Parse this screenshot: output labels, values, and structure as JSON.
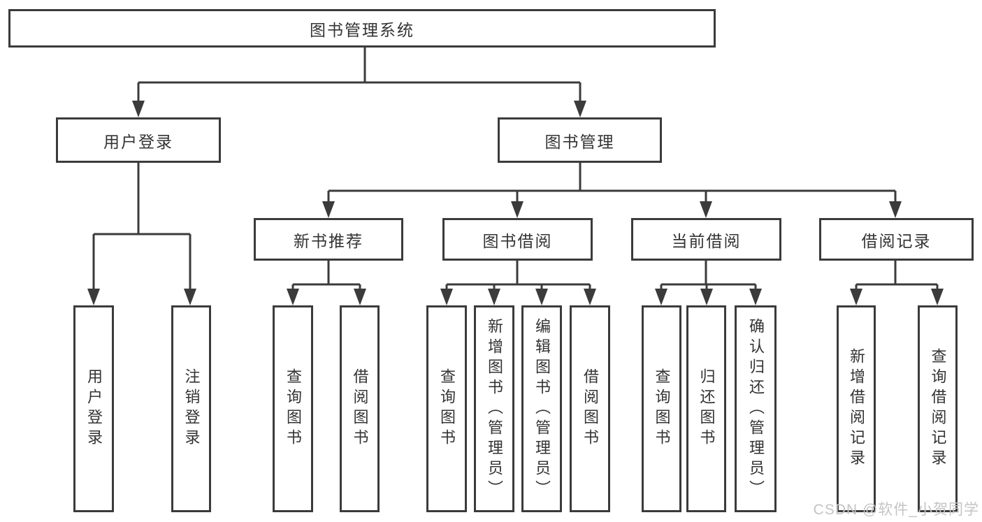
{
  "diagram": {
    "root": {
      "label": "图书管理系统"
    },
    "level2": [
      {
        "id": "user-login",
        "label": "用户登录"
      },
      {
        "id": "book-management",
        "label": "图书管理"
      }
    ],
    "level3": [
      {
        "id": "new-book-recommend",
        "parent": "book-management",
        "label": "新书推荐"
      },
      {
        "id": "book-borrowing",
        "parent": "book-management",
        "label": "图书借阅"
      },
      {
        "id": "current-borrowing",
        "parent": "book-management",
        "label": "当前借阅"
      },
      {
        "id": "borrowing-records",
        "parent": "book-management",
        "label": "借阅记录"
      }
    ],
    "leaves": [
      {
        "parent": "user-login",
        "label": "用户登录"
      },
      {
        "parent": "user-login",
        "label": "注销登录"
      },
      {
        "parent": "new-book-recommend",
        "label": "查询图书"
      },
      {
        "parent": "new-book-recommend",
        "label": "借阅图书"
      },
      {
        "parent": "book-borrowing",
        "label": "查询图书"
      },
      {
        "parent": "book-borrowing",
        "label": "新增图书（管理员）"
      },
      {
        "parent": "book-borrowing",
        "label": "编辑图书（管理员）"
      },
      {
        "parent": "book-borrowing",
        "label": "借阅图书"
      },
      {
        "parent": "current-borrowing",
        "label": "查询图书"
      },
      {
        "parent": "current-borrowing",
        "label": "归还图书"
      },
      {
        "parent": "current-borrowing",
        "label": "确认归还（管理员）"
      },
      {
        "parent": "borrowing-records",
        "label": "新增借阅记录"
      },
      {
        "parent": "borrowing-records",
        "label": "查询借阅记录"
      }
    ],
    "watermark": "CSDN @软件_小贺同学",
    "colors": {
      "line": "#3b3b3b",
      "border": "#3b3b3b",
      "text": "#333333",
      "watermark": "#c6c3c3",
      "background": "#ffffff"
    }
  }
}
